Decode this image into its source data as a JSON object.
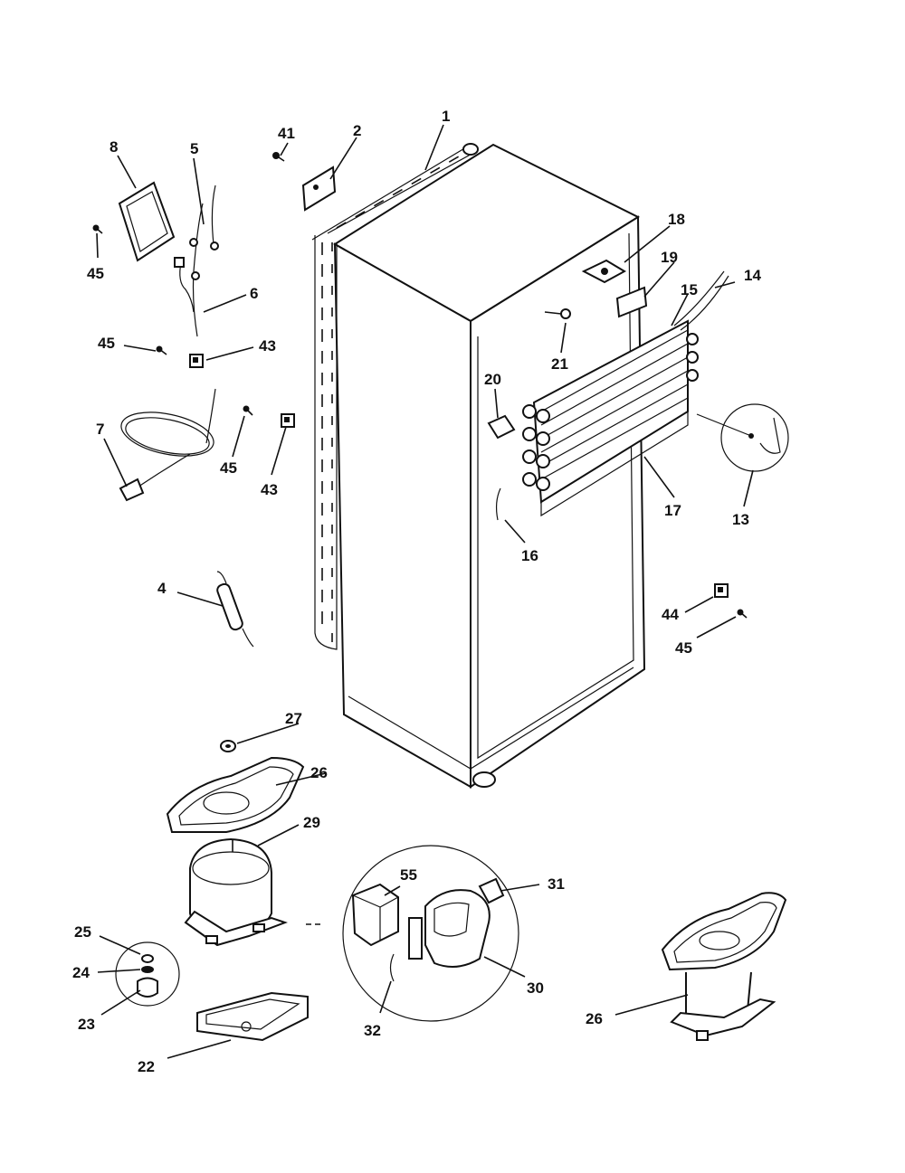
{
  "diagram": {
    "labels": {
      "p1": "1",
      "p2": "2",
      "p4": "4",
      "p5": "5",
      "p6": "6",
      "p7": "7",
      "p8": "8",
      "p13": "13",
      "p14": "14",
      "p15": "15",
      "p16": "16",
      "p17": "17",
      "p18": "18",
      "p19": "19",
      "p20": "20",
      "p21": "21",
      "p22": "22",
      "p23": "23",
      "p24": "24",
      "p25": "25",
      "p26": "26",
      "p26b": "26",
      "p27": "27",
      "p29": "29",
      "p30": "30",
      "p31": "31",
      "p32": "32",
      "p41": "41",
      "p43a": "43",
      "p43b": "43",
      "p44": "44",
      "p45a": "45",
      "p45b": "45",
      "p45c": "45",
      "p45d": "45",
      "p55": "55"
    }
  }
}
